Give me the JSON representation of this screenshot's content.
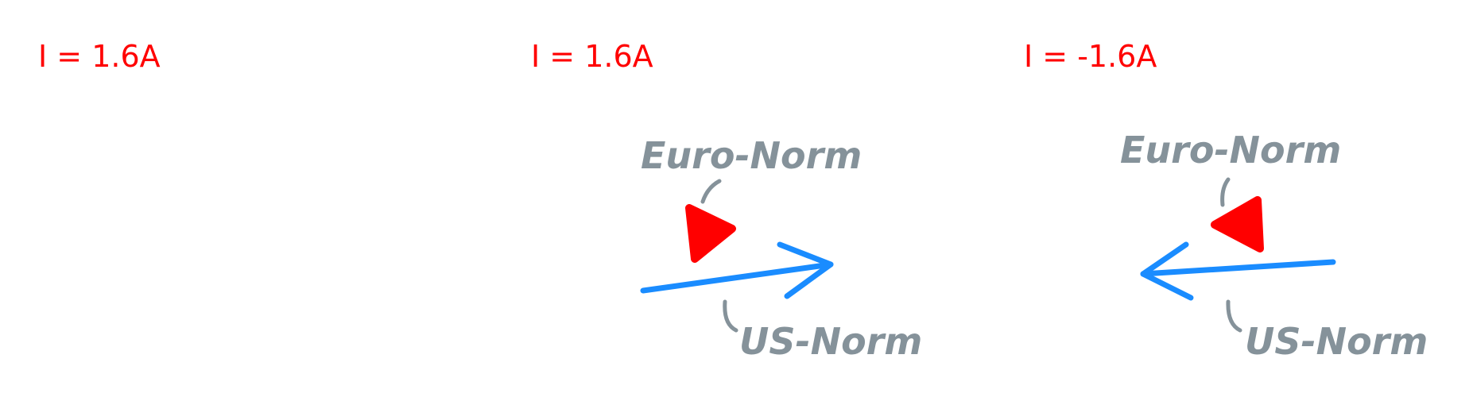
{
  "colors": {
    "background": "#ffffff",
    "current_text": "#ff0000",
    "euro_marker": "#ff0000",
    "current_arrow": "#1a8cff",
    "annotation": "#85929a"
  },
  "panels": [
    {
      "current_label": "I = 1.6A",
      "euro_label": null,
      "us_label": null
    },
    {
      "current_label": "I = 1.6A",
      "euro_label": "Euro-Norm",
      "us_label": "US-Norm",
      "arrow_direction": "right"
    },
    {
      "current_label": "I = -1.6A",
      "euro_label": "Euro-Norm",
      "us_label": "US-Norm",
      "arrow_direction": "left"
    }
  ]
}
